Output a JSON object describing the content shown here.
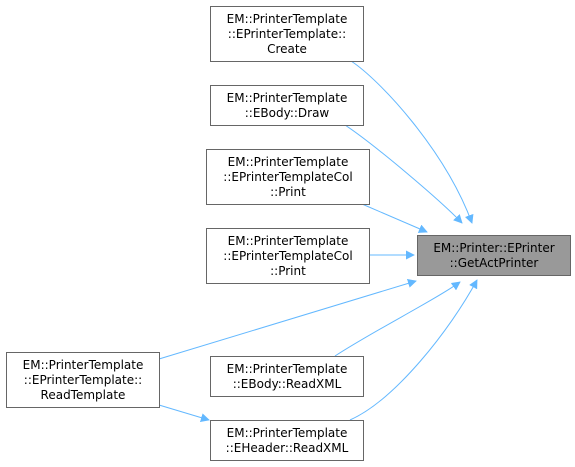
{
  "colors": {
    "node_fill": "#ffffff",
    "node_border": "#666666",
    "target_fill": "#999999",
    "target_border": "#666666",
    "edge": "#63b8ff"
  },
  "target": {
    "id": "get_act_printer",
    "lines": [
      "EM::Printer::EPrinter",
      "::GetActPrinter"
    ]
  },
  "nodes": [
    {
      "id": "create",
      "lines": [
        "EM::PrinterTemplate",
        "::EPrinterTemplate::",
        "Create"
      ]
    },
    {
      "id": "ebody_draw",
      "lines": [
        "EM::PrinterTemplate",
        "::EBody::Draw"
      ]
    },
    {
      "id": "col_print_1",
      "lines": [
        "EM::PrinterTemplate",
        "::EPrinterTemplateCol",
        "::Print"
      ]
    },
    {
      "id": "col_print_2",
      "lines": [
        "EM::PrinterTemplate",
        "::EPrinterTemplateCol",
        "::Print"
      ]
    },
    {
      "id": "read_template",
      "lines": [
        "EM::PrinterTemplate",
        "::EPrinterTemplate::",
        "ReadTemplate"
      ]
    },
    {
      "id": "ebody_readxml",
      "lines": [
        "EM::PrinterTemplate",
        "::EBody::ReadXML"
      ]
    },
    {
      "id": "eheader_readxml",
      "lines": [
        "EM::PrinterTemplate",
        "::EHeader::ReadXML"
      ]
    }
  ],
  "edges": [
    {
      "from": "create",
      "to": "get_act_printer"
    },
    {
      "from": "ebody_draw",
      "to": "get_act_printer"
    },
    {
      "from": "col_print_1",
      "to": "get_act_printer"
    },
    {
      "from": "col_print_2",
      "to": "get_act_printer"
    },
    {
      "from": "read_template",
      "to": "get_act_printer"
    },
    {
      "from": "ebody_readxml",
      "to": "get_act_printer"
    },
    {
      "from": "eheader_readxml",
      "to": "get_act_printer"
    },
    {
      "from": "read_template",
      "to": "eheader_readxml"
    }
  ]
}
